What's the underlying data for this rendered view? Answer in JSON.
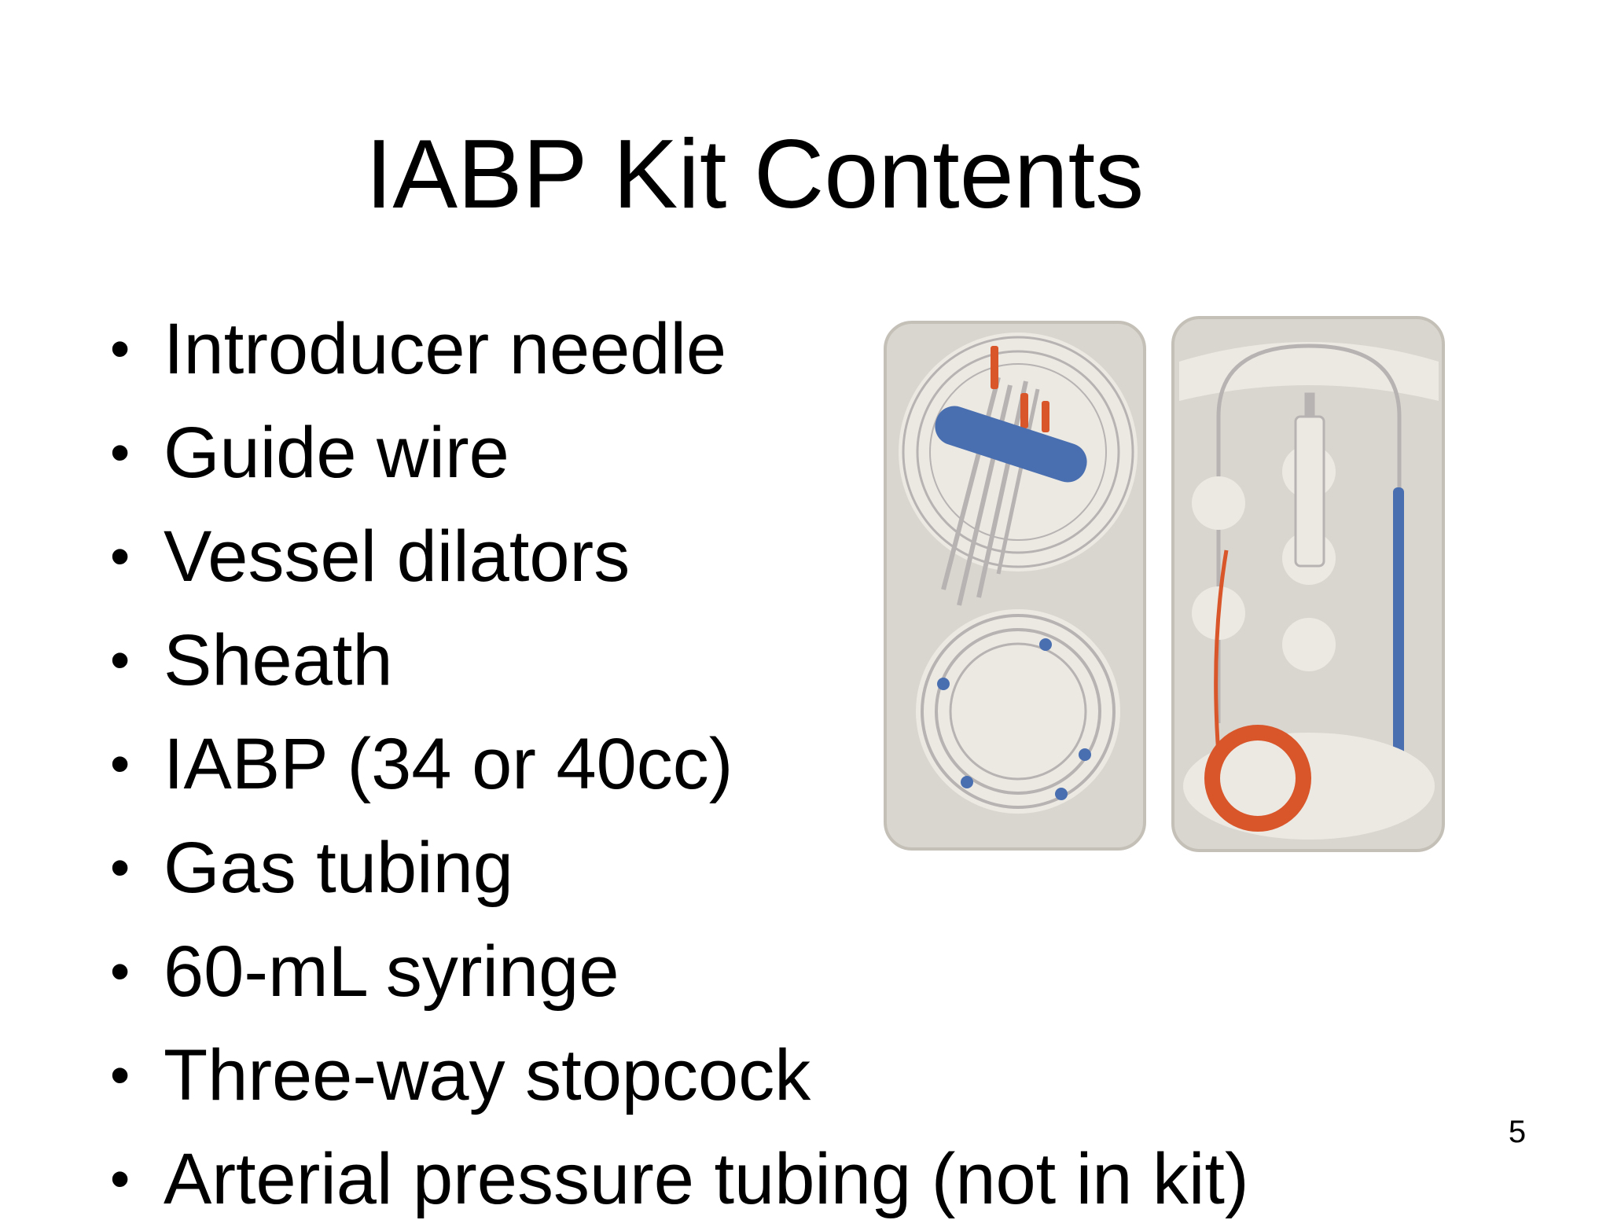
{
  "slide": {
    "title": "IABP Kit Contents",
    "bullet_glyph": "•",
    "bullets": [
      "Introducer needle",
      "Guide wire",
      "Vessel dilators",
      "Sheath",
      "IABP (34 or 40cc)",
      "Gas tubing",
      "60-mL syringe",
      "Three-way stopcock",
      "Arterial pressure tubing (not in kit)"
    ],
    "page_number": "5"
  },
  "photo": {
    "subject": "IABP kit tray photo",
    "colors": {
      "tray": "#d9d6cf",
      "tray_edge": "#c4c0b8",
      "well": "#ece9e3",
      "tubing_clear": "#b7b3b3",
      "blue_part": "#4a6fb0",
      "orange_part": "#d9552a"
    }
  }
}
